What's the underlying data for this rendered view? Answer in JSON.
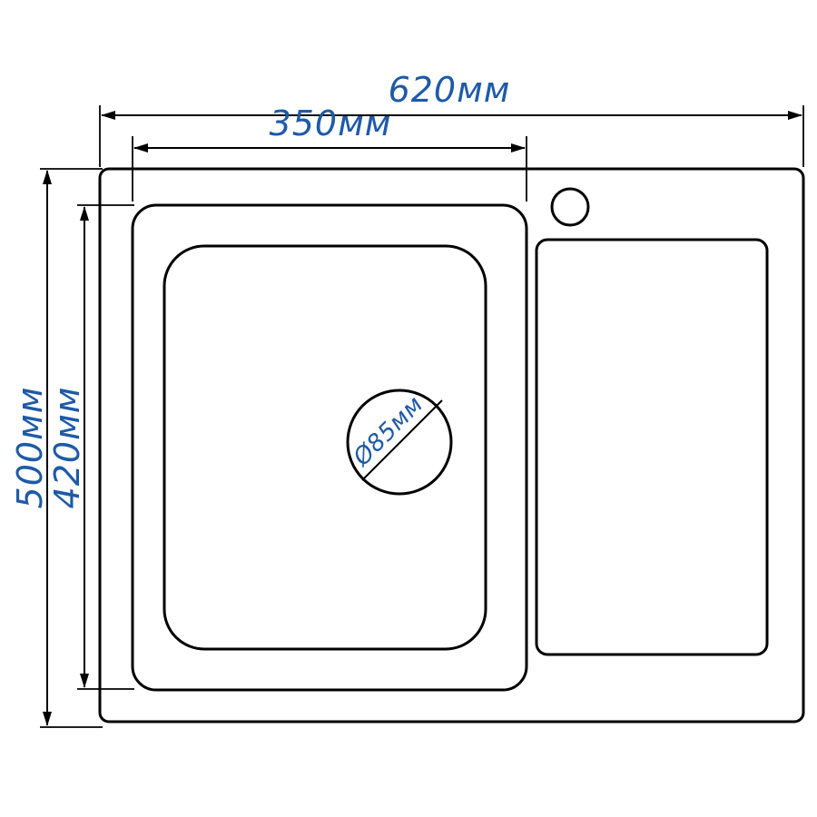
{
  "diagram": {
    "title": "sink-technical-drawing",
    "dimensions": {
      "overall_width": "620мм",
      "bowl_width": "350мм",
      "overall_height": "500мм",
      "bowl_height": "420мм",
      "drain_diameter": "Ø85мм"
    },
    "colors": {
      "dimension_text": "#1e5aa8",
      "line": "#000000",
      "background": "#ffffff"
    }
  }
}
